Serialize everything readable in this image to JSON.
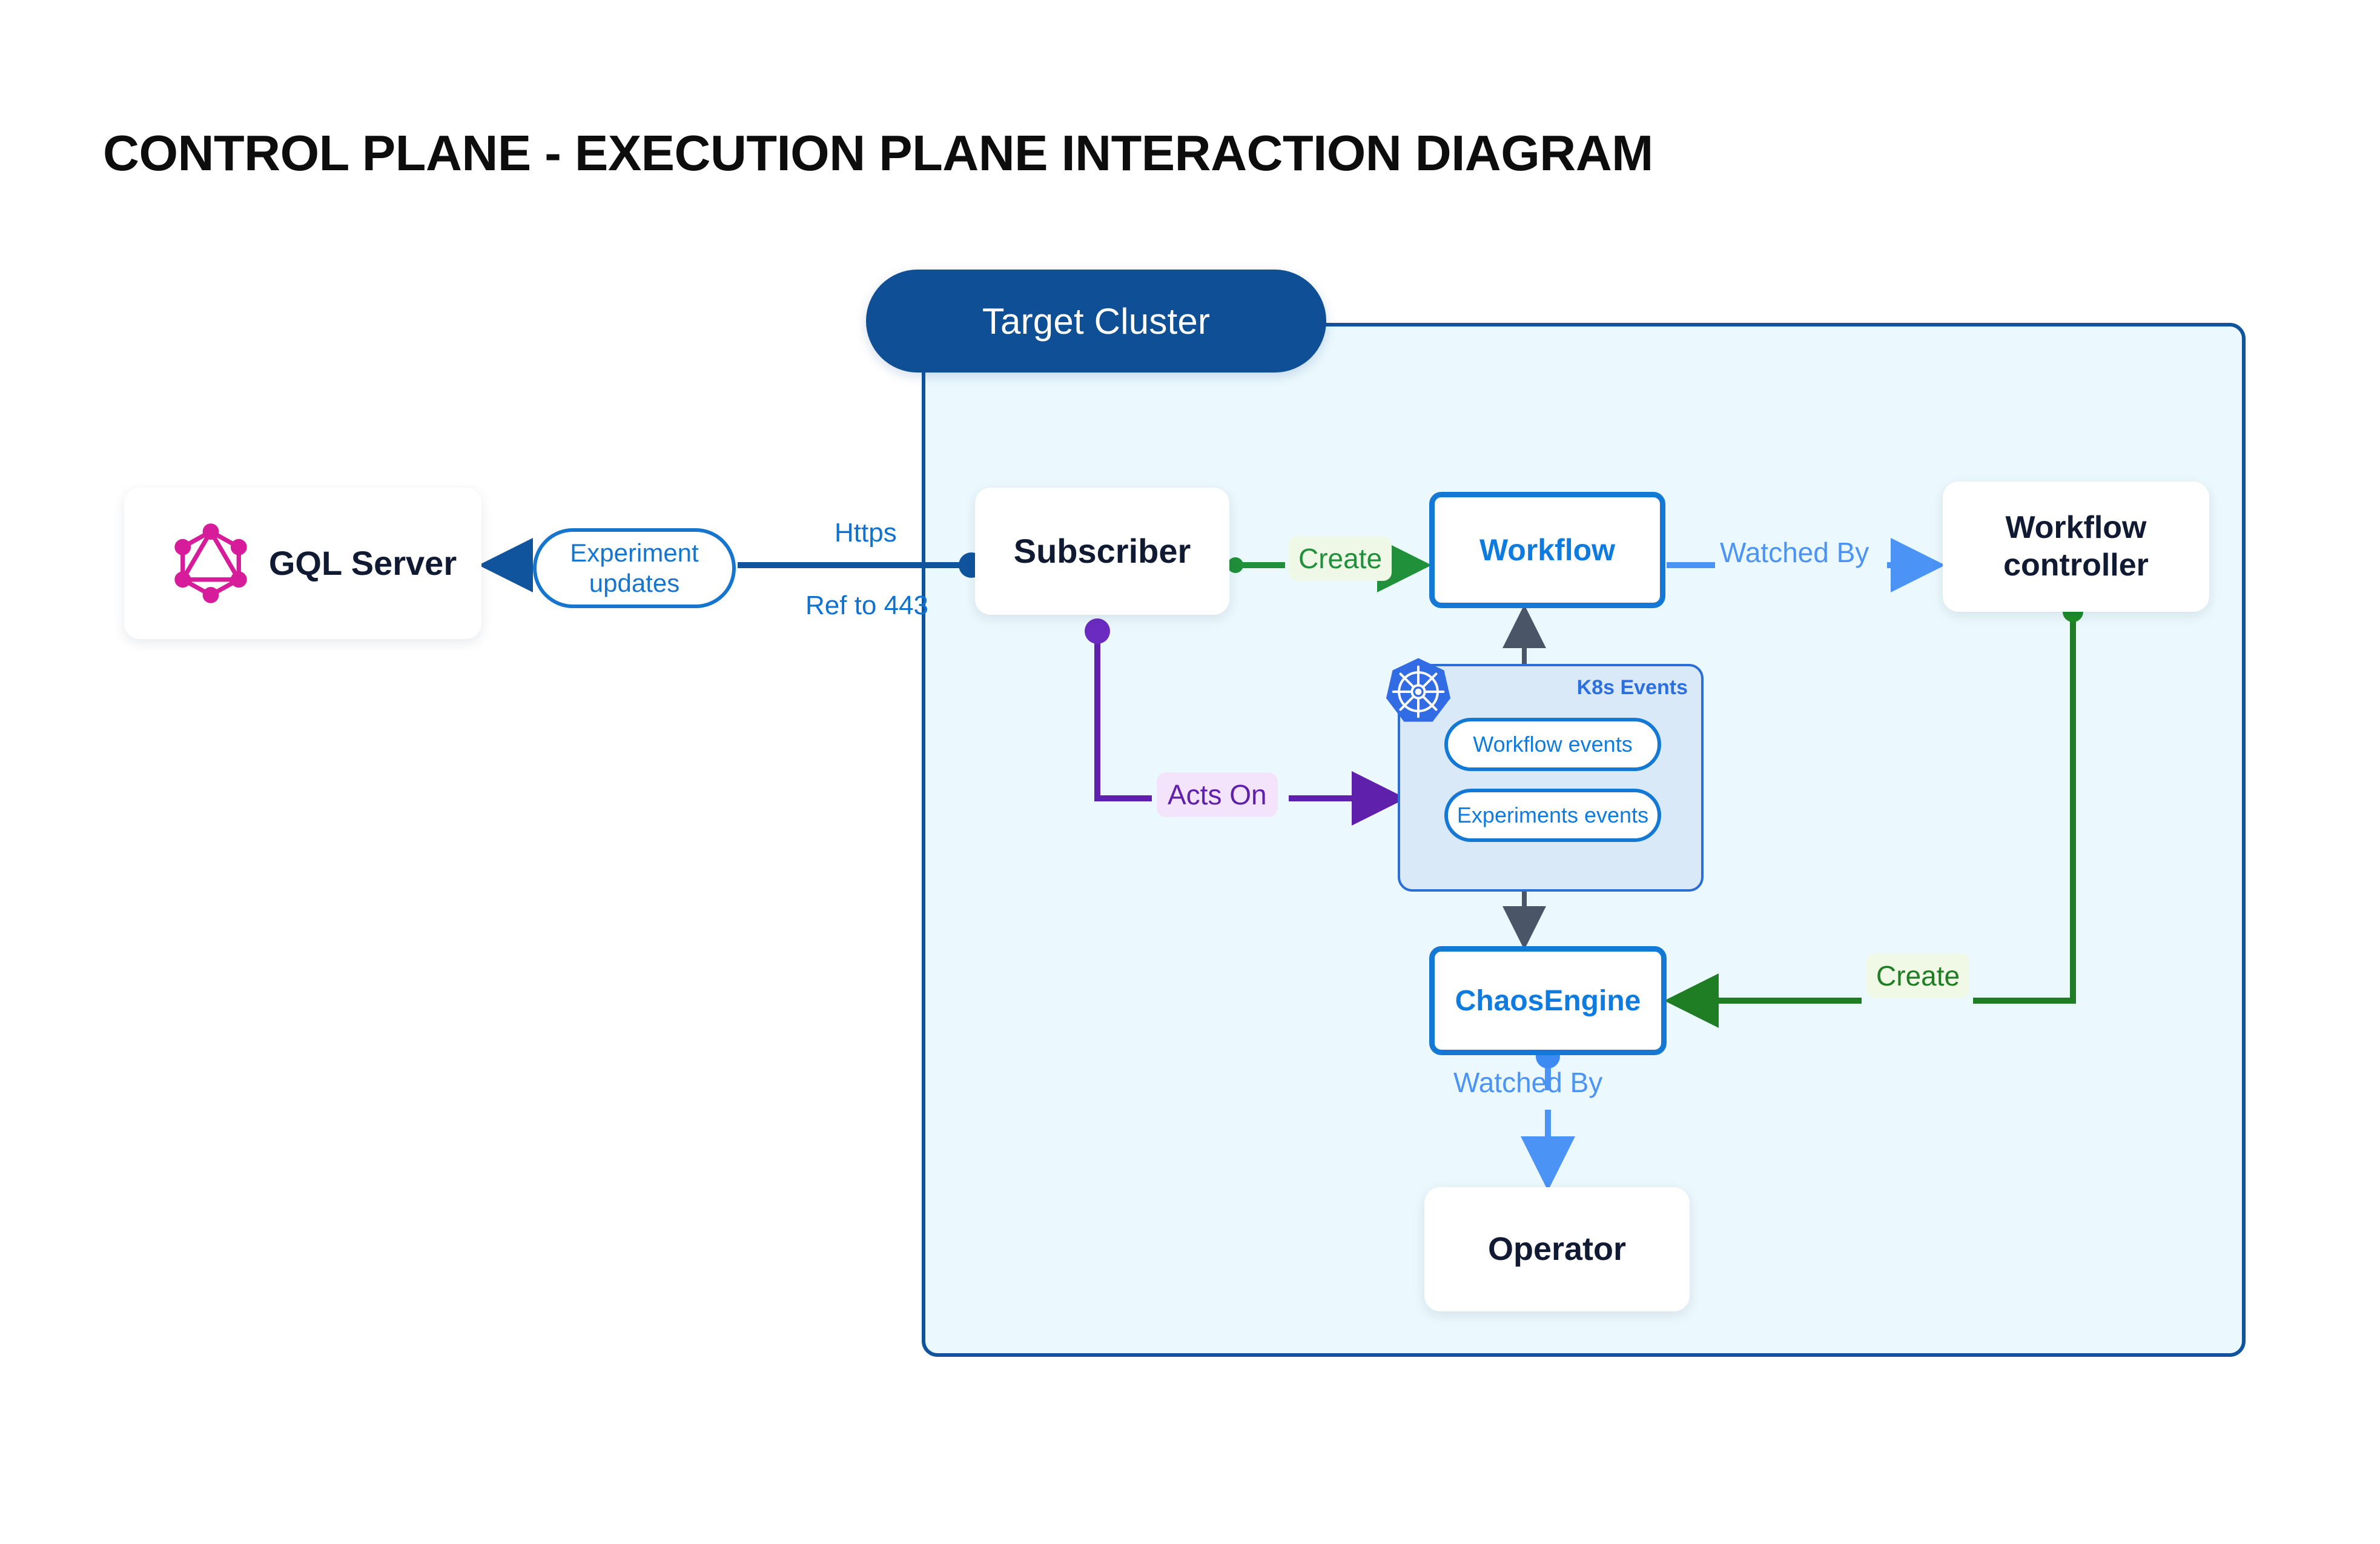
{
  "page": {
    "title": "CONTROL PLANE - EXECUTION PLANE INTERACTION DIAGRAM",
    "background": "#ffffff"
  },
  "cluster": {
    "label": "Target Cluster",
    "pill_color": "#0F4F96",
    "pill_text_color": "#ffffff",
    "container_fill": "#EBF8FD",
    "container_border": "#10549E"
  },
  "nodes": {
    "gql_server": {
      "label": "GQL Server",
      "icon": "graphql-icon",
      "icon_color": "#D61C9A",
      "text_color": "#101B33",
      "style": "card"
    },
    "subscriber": {
      "label": "Subscriber",
      "text_color": "#101B33",
      "style": "card"
    },
    "workflow": {
      "label": "Workflow",
      "text_color": "#0E7BE0",
      "border_color": "#1479D4",
      "style": "outline"
    },
    "workflow_controller": {
      "label": "Workflow controller",
      "line1": "Workflow",
      "line2": "controller",
      "text_color": "#101B33",
      "style": "card"
    },
    "chaos_engine": {
      "label": "ChaosEngine",
      "text_color": "#0E7BE0",
      "border_color": "#1479D4",
      "style": "outline"
    },
    "operator": {
      "label": "Operator",
      "text_color": "#101B33",
      "style": "card"
    }
  },
  "k8s_events": {
    "title": "K8s Events",
    "title_color": "#2E6FE0",
    "fill": "#DAE9F8",
    "border": "#2B6FD6",
    "icon": "kubernetes-icon",
    "icon_color": "#326CE5",
    "pills": [
      {
        "label": "Workflow events"
      },
      {
        "label": "Experiments events"
      }
    ]
  },
  "edges": [
    {
      "id": "gql-subscriber",
      "from": "subscriber",
      "to": "gql_server",
      "label": "Experiment updates",
      "label_line1": "Experiment",
      "label_line2": "updates",
      "annotations": [
        "Https",
        "Ref to 443"
      ],
      "color": "#10549E",
      "style": "solid-arrow-left"
    },
    {
      "id": "subscriber-workflow",
      "from": "subscriber",
      "to": "workflow",
      "label": "Create",
      "color": "#21903A",
      "style": "solid-arrow-right"
    },
    {
      "id": "workflow-controller",
      "from": "workflow",
      "to": "workflow_controller",
      "label": "Watched By",
      "color": "#4C93F6",
      "style": "solid-arrow-right"
    },
    {
      "id": "subscriber-k8sevents",
      "from": "subscriber",
      "to": "k8s_events",
      "label": "Acts On",
      "color": "#5F20AC",
      "style": "elbow-arrow-right"
    },
    {
      "id": "workflowevents-workflow",
      "from": "workflow_events_pill",
      "to": "workflow",
      "label": "",
      "color": "#4A5568",
      "style": "arrow-up"
    },
    {
      "id": "experimentsevents-chaosengine",
      "from": "experiments_events_pill",
      "to": "chaos_engine",
      "label": "",
      "color": "#4A5568",
      "style": "arrow-down"
    },
    {
      "id": "controller-chaosengine",
      "from": "workflow_controller",
      "to": "chaos_engine",
      "label": "Create",
      "color": "#1F7D23",
      "style": "elbow-arrow-left"
    },
    {
      "id": "chaosengine-operator",
      "from": "chaos_engine",
      "to": "operator",
      "label": "Watched By",
      "color": "#4C93F6",
      "style": "arrow-down"
    }
  ],
  "labels": {
    "https": "Https",
    "ref_to_443": "Ref to 443",
    "create_1": "Create",
    "create_2": "Create",
    "watched_by_1": "Watched By",
    "watched_by_2": "Watched By",
    "acts_on": "Acts On",
    "experiment_updates_line1": "Experiment",
    "experiment_updates_line2": "updates"
  },
  "colors": {
    "brand_blue": "#0F4F96",
    "node_blue": "#0E7BE0",
    "green": "#21903A",
    "green_dark": "#1F7D23",
    "light_blue_arrow": "#4C93F6",
    "purple": "#5F20AC",
    "gray_arrow": "#4A5568",
    "graphql_pink": "#D61C9A",
    "k8s_blue": "#326CE5"
  }
}
